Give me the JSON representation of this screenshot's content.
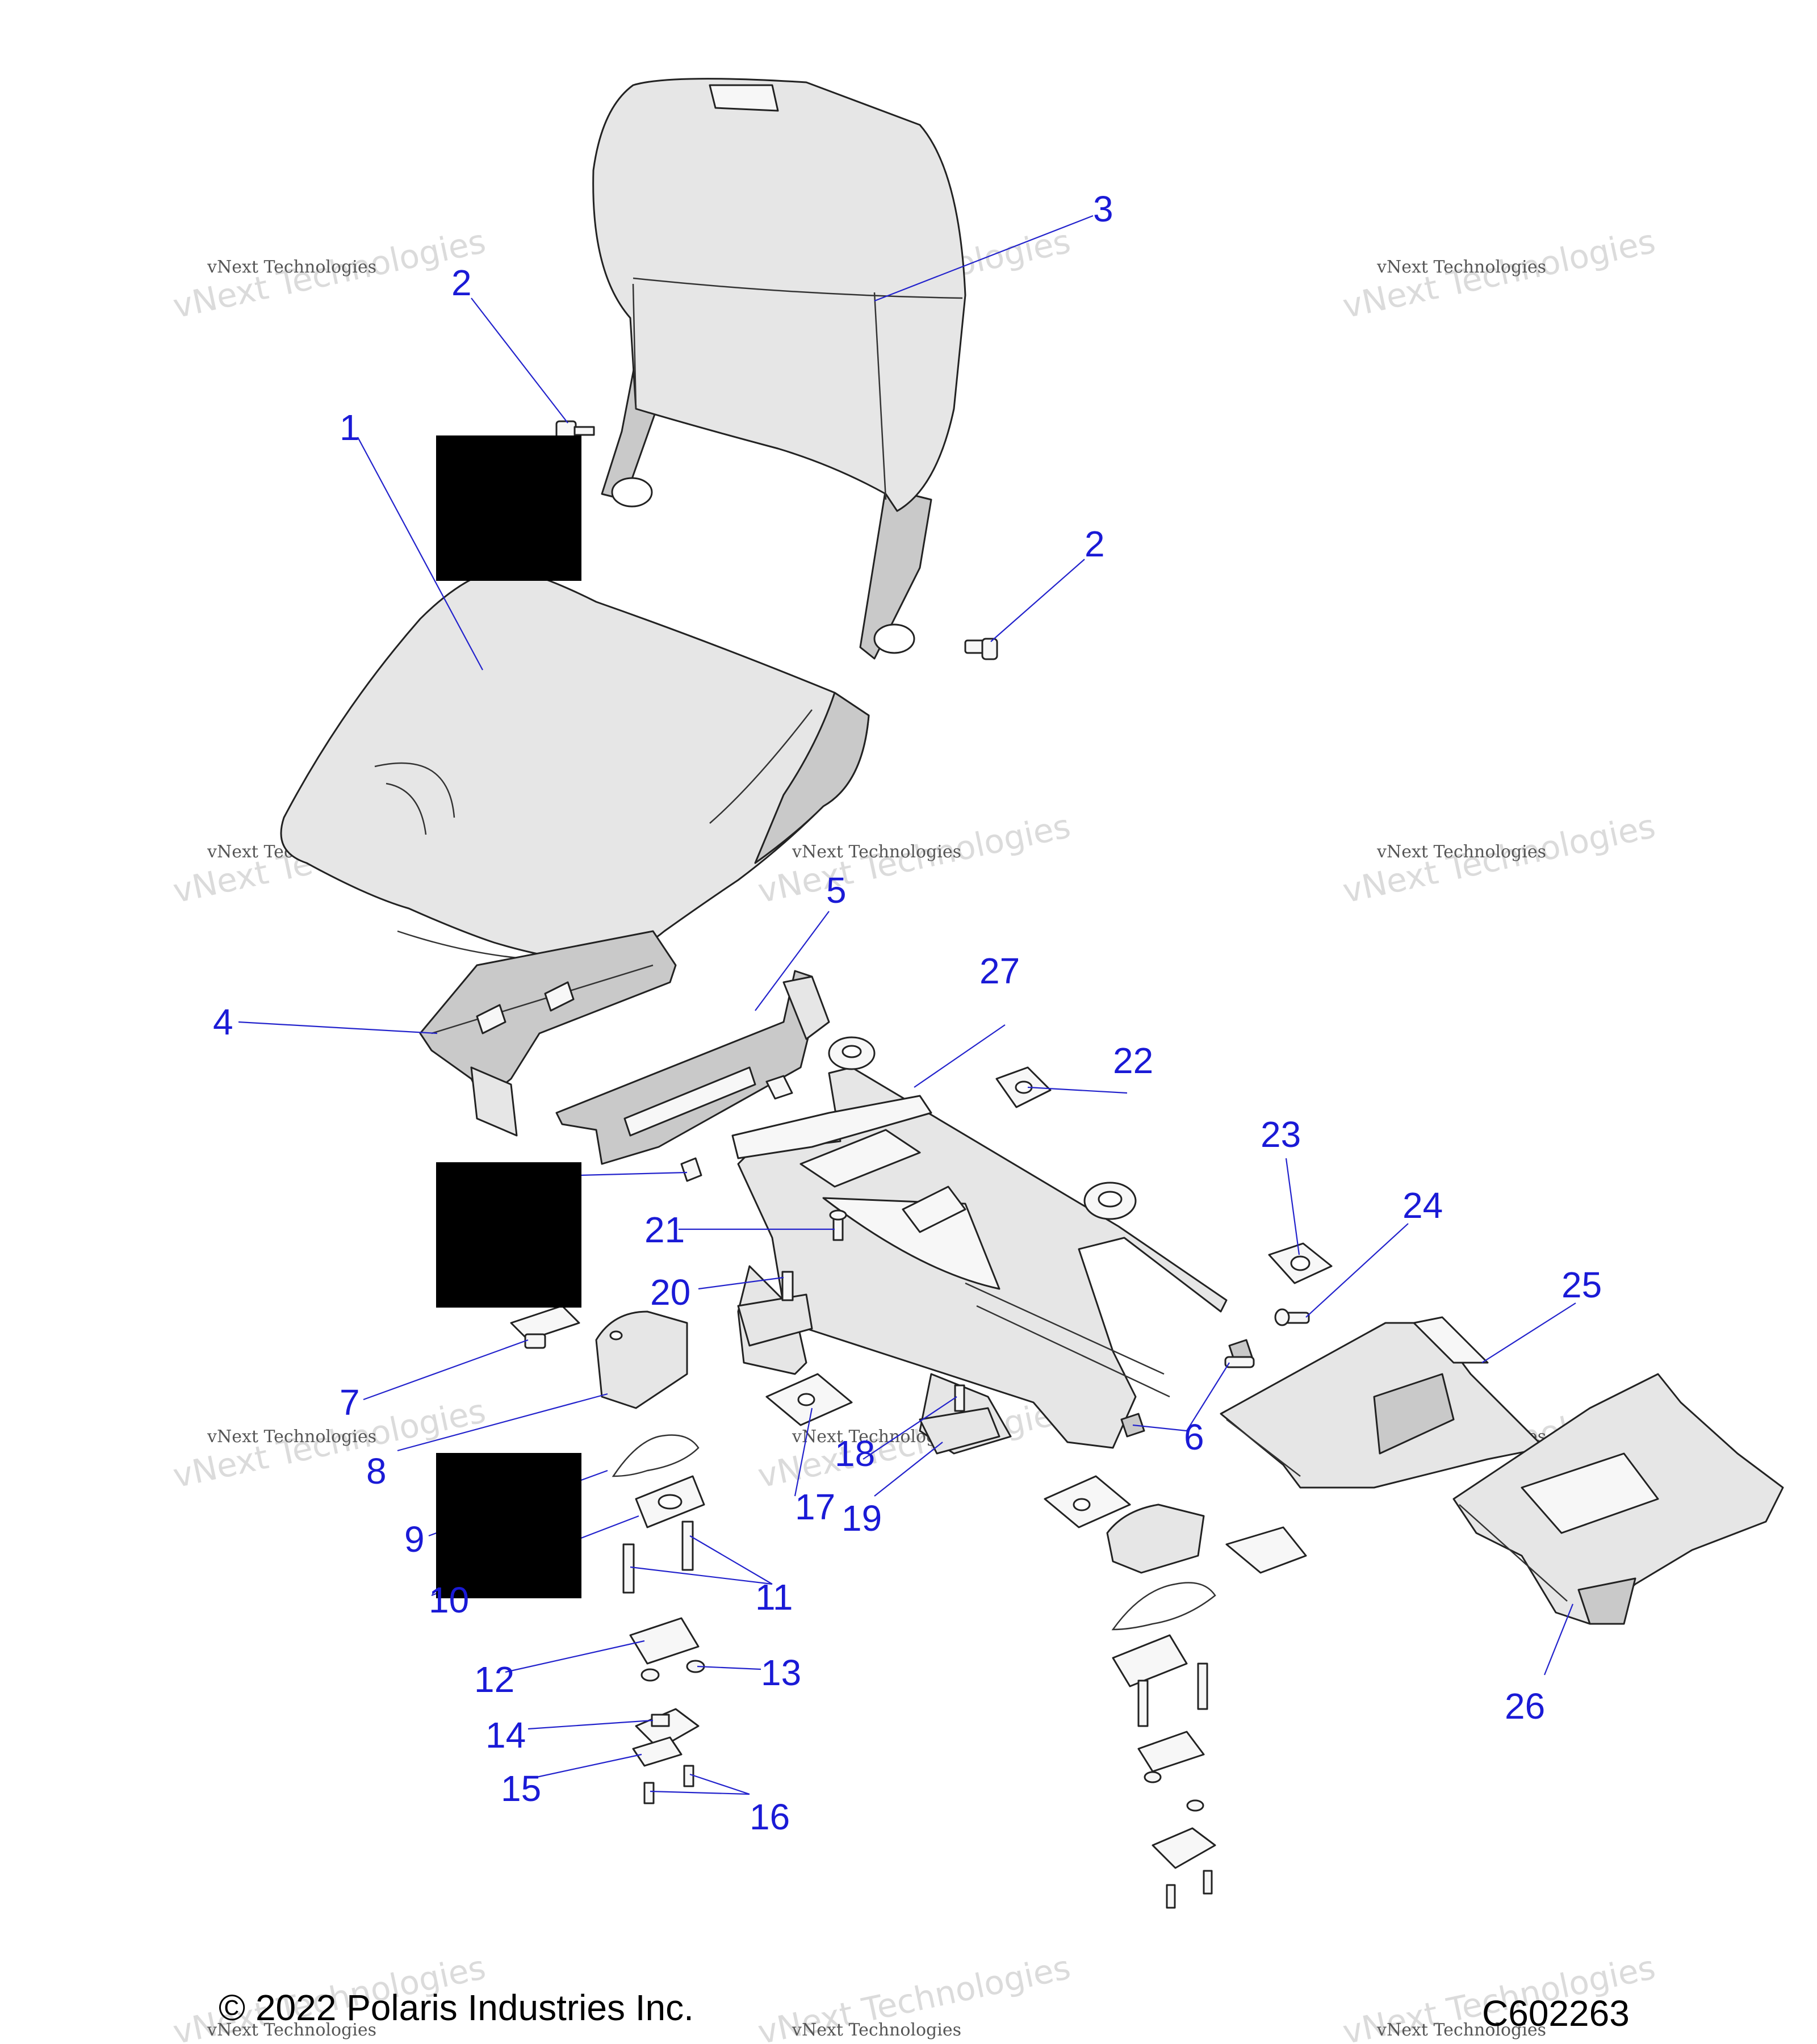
{
  "watermark": {
    "big": "vNext Technologies",
    "small": "vNext Technologies"
  },
  "footer": {
    "copyright": "© 2022 Polaris Industries Inc.",
    "diagram_code": "C602263"
  },
  "callouts": [
    {
      "id": "1",
      "label": "1"
    },
    {
      "id": "2a",
      "label": "2"
    },
    {
      "id": "2b",
      "label": "2"
    },
    {
      "id": "3",
      "label": "3"
    },
    {
      "id": "4",
      "label": "4"
    },
    {
      "id": "5",
      "label": "5"
    },
    {
      "id": "6",
      "label": "6"
    },
    {
      "id": "7",
      "label": "7"
    },
    {
      "id": "8",
      "label": "8"
    },
    {
      "id": "9",
      "label": "9"
    },
    {
      "id": "10",
      "label": "10"
    },
    {
      "id": "11",
      "label": "11"
    },
    {
      "id": "12",
      "label": "12"
    },
    {
      "id": "13",
      "label": "13"
    },
    {
      "id": "14",
      "label": "14"
    },
    {
      "id": "15",
      "label": "15"
    },
    {
      "id": "16",
      "label": "16"
    },
    {
      "id": "17",
      "label": "17"
    },
    {
      "id": "18",
      "label": "18"
    },
    {
      "id": "19",
      "label": "19"
    },
    {
      "id": "20",
      "label": "20"
    },
    {
      "id": "21",
      "label": "21"
    },
    {
      "id": "22",
      "label": "22"
    },
    {
      "id": "23",
      "label": "23"
    },
    {
      "id": "24",
      "label": "24"
    },
    {
      "id": "25",
      "label": "25"
    },
    {
      "id": "26",
      "label": "26"
    },
    {
      "id": "27",
      "label": "27"
    }
  ],
  "colors": {
    "callout": "#1a1ad6",
    "part_fill": "#e6e6e6",
    "outline": "#222222",
    "redaction": "#000000"
  }
}
